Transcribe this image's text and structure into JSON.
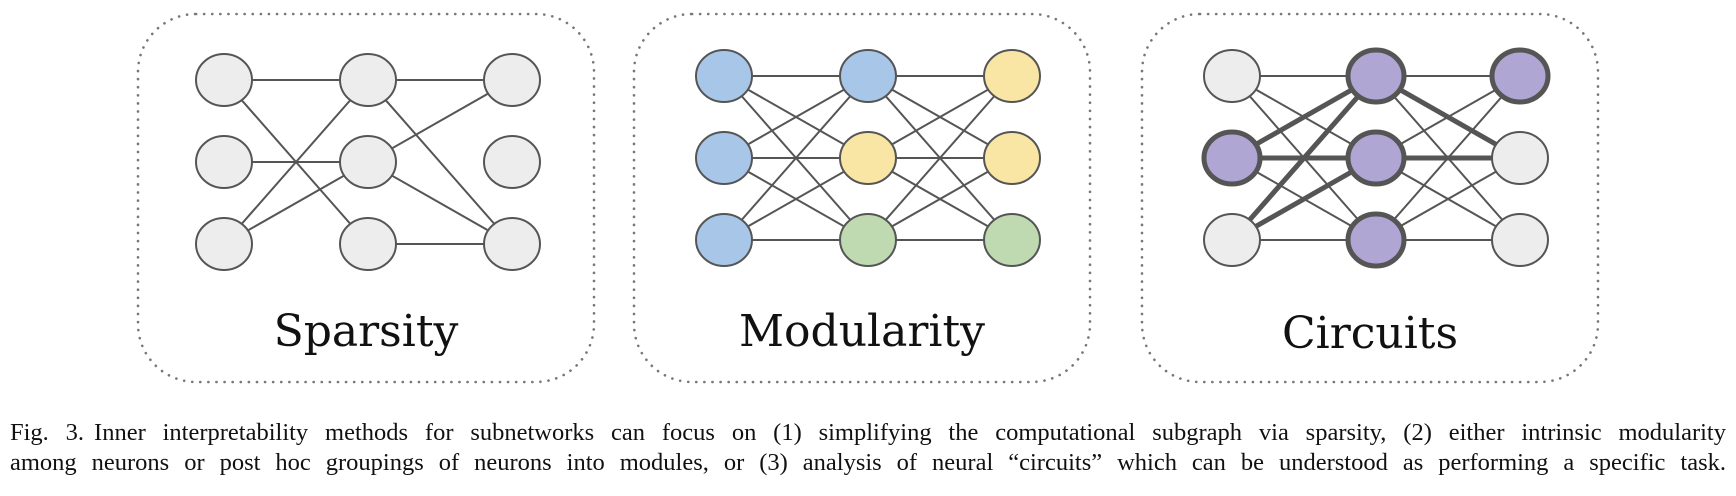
{
  "figure": {
    "colors": {
      "gray": "#ededed",
      "blue": "#a8c6e8",
      "yellow": "#f9e6a5",
      "green": "#bfd9b0",
      "purple": "#b0a6d4",
      "stroke": "#555555",
      "border": "#777777"
    },
    "panels": [
      {
        "label": "Sparsity",
        "node_colors": [
          [
            "gray",
            "gray",
            "gray"
          ],
          [
            "gray",
            "gray",
            "gray"
          ],
          [
            "gray",
            "gray",
            "gray"
          ]
        ],
        "highlighted_nodes": [],
        "edges": [
          [
            0,
            0,
            1,
            0
          ],
          [
            0,
            0,
            1,
            2
          ],
          [
            0,
            1,
            1,
            1
          ],
          [
            0,
            2,
            1,
            0
          ],
          [
            0,
            2,
            1,
            1
          ],
          [
            1,
            0,
            2,
            0
          ],
          [
            1,
            0,
            2,
            2
          ],
          [
            1,
            1,
            2,
            0
          ],
          [
            1,
            1,
            2,
            2
          ],
          [
            1,
            2,
            2,
            2
          ]
        ],
        "thick_edges": []
      },
      {
        "label": "Modularity",
        "node_colors": [
          [
            "blue",
            "blue",
            "yellow"
          ],
          [
            "blue",
            "yellow",
            "yellow"
          ],
          [
            "blue",
            "green",
            "green"
          ]
        ],
        "highlighted_nodes": [],
        "edges": "all",
        "thick_edges": []
      },
      {
        "label": "Circuits",
        "node_colors": [
          [
            "gray",
            "purple",
            "purple"
          ],
          [
            "purple",
            "purple",
            "gray"
          ],
          [
            "gray",
            "purple",
            "gray"
          ]
        ],
        "highlighted_nodes": [
          [
            0,
            1
          ],
          [
            0,
            2
          ],
          [
            1,
            0
          ],
          [
            1,
            1
          ],
          [
            2,
            1
          ]
        ],
        "edges": "all",
        "thick_edges": [
          [
            0,
            1,
            1,
            0
          ],
          [
            0,
            1,
            1,
            1
          ],
          [
            0,
            2,
            1,
            0
          ],
          [
            0,
            2,
            1,
            1
          ],
          [
            1,
            0,
            2,
            1
          ],
          [
            1,
            1,
            2,
            1
          ]
        ]
      }
    ]
  },
  "caption": {
    "fig_num": "Fig. 3.",
    "line1": "Inner interpretability methods for subnetworks can focus on (1) simplifying the computational subgraph via sparsity, (2) either intrinsic modularity",
    "line2": "among neurons or post hoc groupings of neurons into modules, or (3) analysis of neural “circuits” which can be understood as performing a specific task."
  }
}
